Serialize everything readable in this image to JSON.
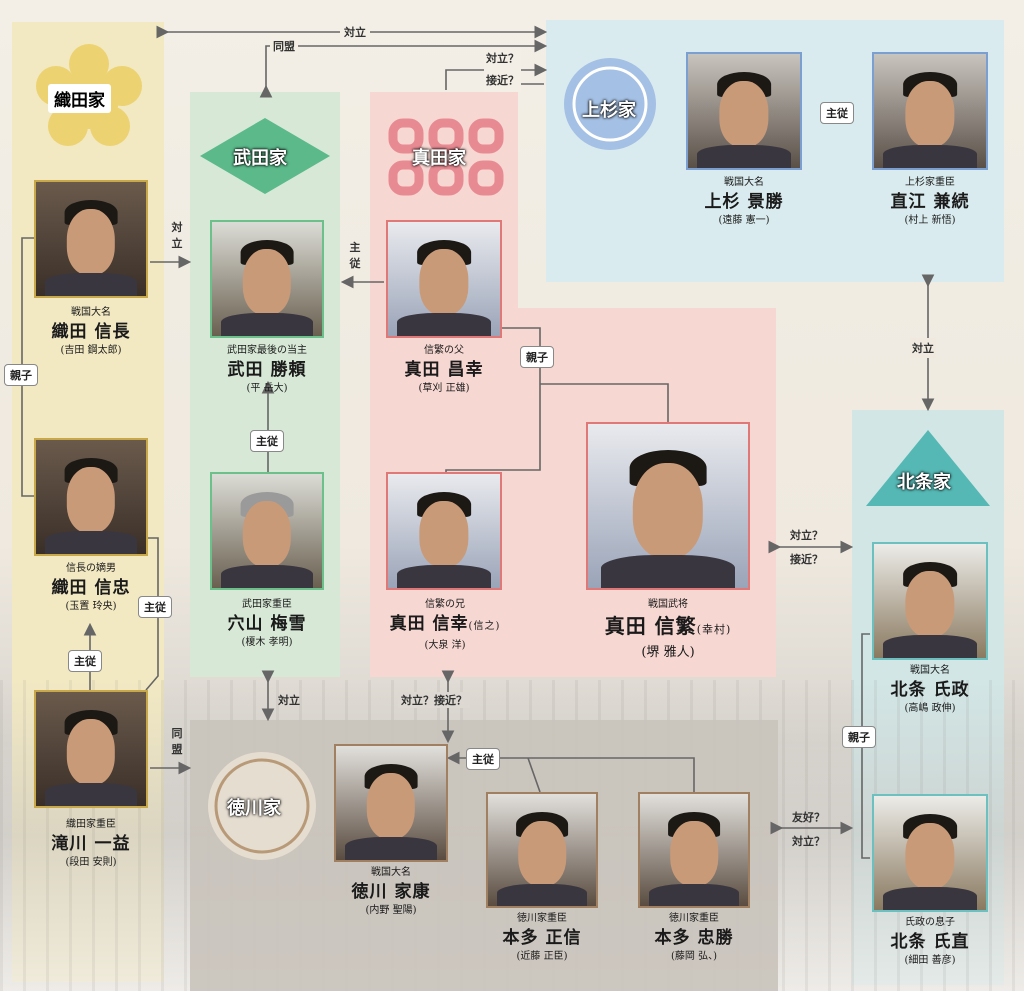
{
  "clans": {
    "oda": {
      "name": "織田家",
      "color": "#e8c84a"
    },
    "takeda": {
      "name": "武田家",
      "color": "#5bb98a"
    },
    "sanada": {
      "name": "真田家",
      "color": "#e07a84"
    },
    "uesugi": {
      "name": "上杉家",
      "color": "#8fb0dc"
    },
    "hojo": {
      "name": "北条家",
      "color": "#55b8b4"
    },
    "tokugawa": {
      "name": "徳川家",
      "color": "#b89a78"
    }
  },
  "people": {
    "nobunaga": {
      "role": "戦国大名",
      "name": "織田 信長",
      "actor": "(吉田 鋼太郎)"
    },
    "nobutada": {
      "role": "信長の嫡男",
      "name": "織田 信忠",
      "actor": "(玉置 玲央)"
    },
    "kazumasu": {
      "role": "織田家重臣",
      "name": "滝川 一益",
      "actor": "(段田 安則)"
    },
    "katsuyori": {
      "role": "武田家最後の当主",
      "name": "武田 勝頼",
      "actor": "(平 岳大)"
    },
    "baisetsu": {
      "role": "武田家重臣",
      "name": "穴山 梅雪",
      "actor": "(榎木 孝明)"
    },
    "masayuki": {
      "role": "信繁の父",
      "name": "真田 昌幸",
      "actor": "(草刈 正雄)"
    },
    "nobuyuki": {
      "role": "信繁の兄",
      "name": "真田 信幸",
      "sub": "(信之)",
      "actor": "(大泉 洋)"
    },
    "nobushige": {
      "role": "戦国武将",
      "name": "真田 信繁",
      "sub": "(幸村)",
      "actor": "(堺 雅人)"
    },
    "kagekatsu": {
      "role": "戦国大名",
      "name": "上杉 景勝",
      "actor": "(遠藤 憲一)"
    },
    "kanetsugu": {
      "role": "上杉家重臣",
      "name": "直江 兼続",
      "actor": "(村上 新悟)"
    },
    "ujimasa": {
      "role": "戦国大名",
      "name": "北条 氏政",
      "actor": "(高嶋 政伸)"
    },
    "ujinao": {
      "role": "氏政の息子",
      "name": "北条 氏直",
      "actor": "(細田 善彦)"
    },
    "ieyasu": {
      "role": "戦国大名",
      "name": "徳川 家康",
      "actor": "(内野 聖陽)"
    },
    "masanobu": {
      "role": "徳川家重臣",
      "name": "本多 正信",
      "actor": "(近藤 正臣)"
    },
    "tadakatsu": {
      "role": "徳川家重臣",
      "name": "本多 忠勝",
      "actor": "(藤岡 弘、)"
    }
  },
  "relations": {
    "top_oda_uesugi": "対立",
    "doumei_top": "同盟",
    "sanada_uesugi": "対立？\n接近？",
    "shuju_kanetsugu": "主従",
    "oda_takeda": "対立",
    "shuju_sanada_takeda": "主従",
    "oyako_sanada": "親子",
    "oyako_oda": "親子",
    "shuju_takeda": "主従",
    "shuju_oda_kazumasu": "主従",
    "shuju_oda_nobutada": "主従",
    "uesugi_hojo": "対立",
    "sanada_hojo": "対立？\n接近？",
    "takeda_tokugawa": "対立",
    "sanada_tokugawa": "対立？接近？",
    "doumei_oda_tokugawa": "同盟",
    "shuju_tokugawa": "主従",
    "oyako_hojo": "親子",
    "hojo_tokugawa": "友好？\n対立？"
  }
}
